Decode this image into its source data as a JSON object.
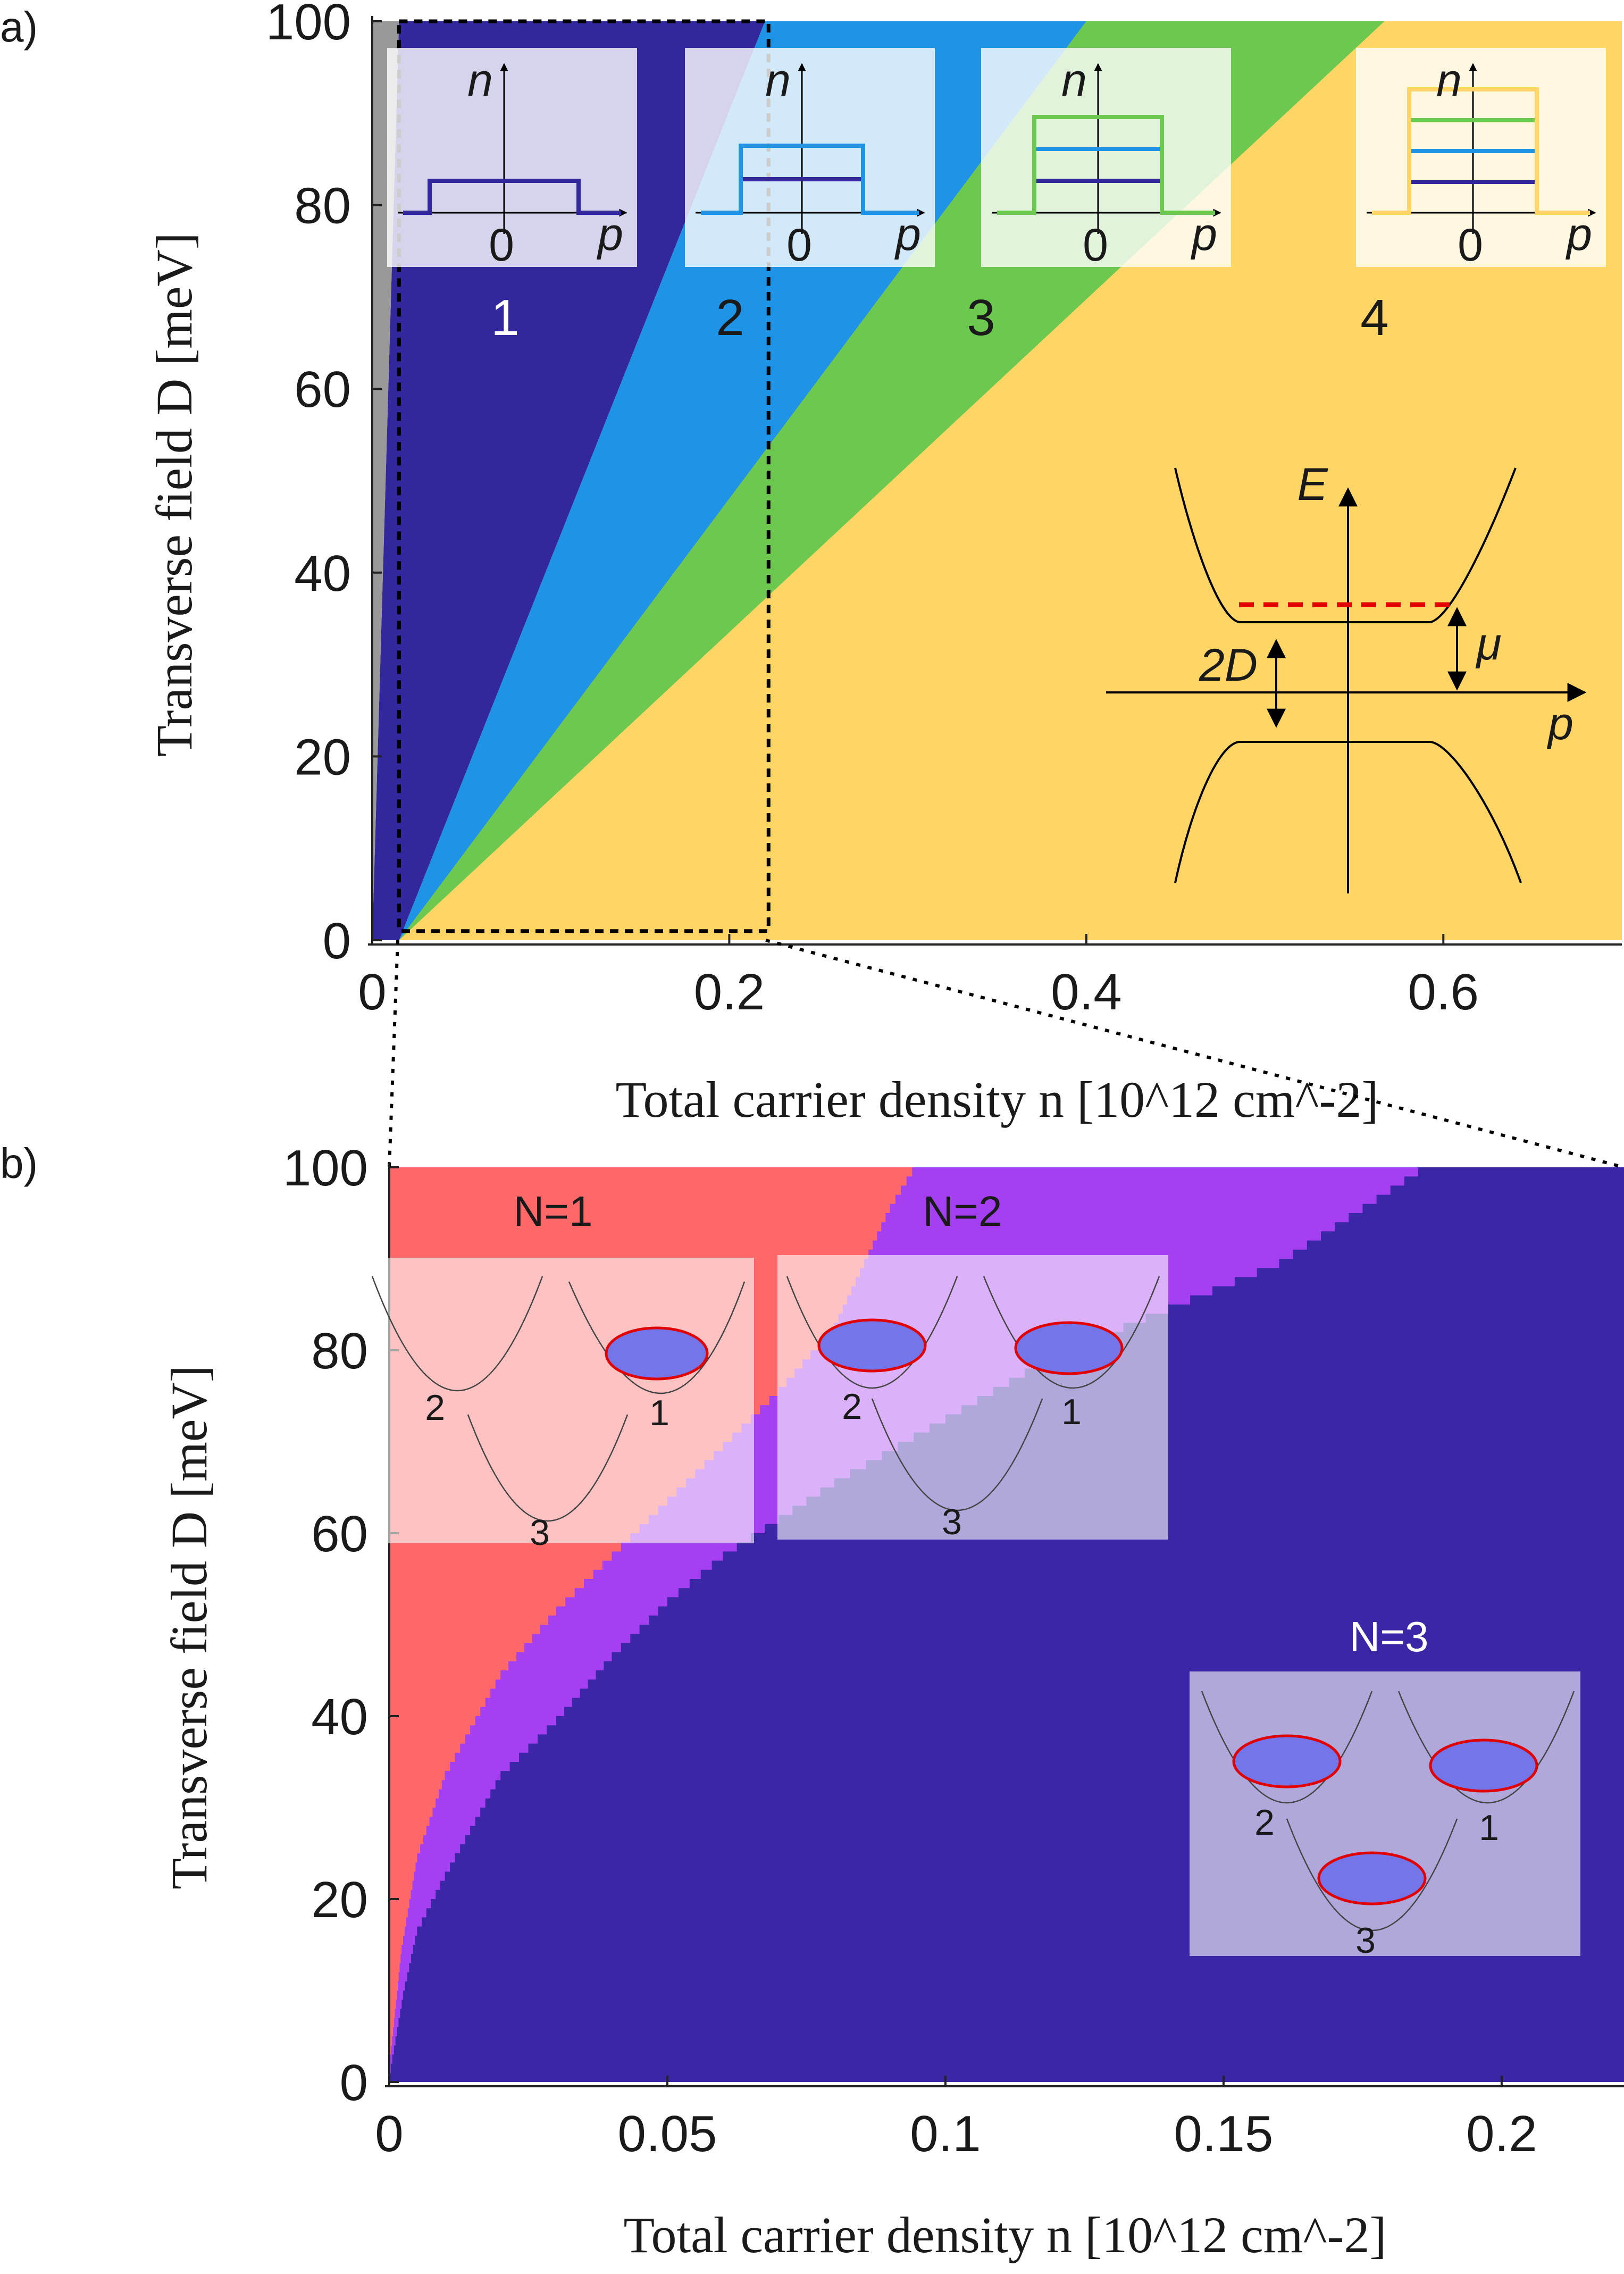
{
  "chart_data": [
    {
      "panel_label": "a)",
      "type": "area",
      "xlabel": "Total carrier density n [10^12 cm^-2]",
      "ylabel": "Transverse field D [meV]",
      "x_ticks": [
        "0",
        "0.2",
        "0.4",
        "0.6"
      ],
      "y_ticks": [
        "0",
        "20",
        "40",
        "60",
        "80",
        "100"
      ],
      "xlim": [
        0,
        0.7
      ],
      "ylim": [
        0,
        100
      ],
      "grid": false,
      "colors": {
        "grey": "#999999",
        "r1": "#33279e",
        "r2": "#1f93e6",
        "r3": "#6cc84e",
        "r4": "#ffd666"
      },
      "boundaries": [
        {
          "name": "grey-edge",
          "points": [
            [
              0.0,
              0
            ],
            [
              0.015,
              100
            ]
          ]
        },
        {
          "name": "1|2",
          "points": [
            [
              0.015,
              0
            ],
            [
              0.22,
              100
            ]
          ]
        },
        {
          "name": "2|3",
          "points": [
            [
              0.015,
              0
            ],
            [
              0.4,
              100
            ]
          ]
        },
        {
          "name": "3|4",
          "points": [
            [
              0.015,
              0
            ],
            [
              0.567,
              100
            ]
          ]
        }
      ],
      "zoom_box": {
        "x": [
          0.015,
          0.222
        ],
        "y": [
          1,
          100
        ]
      },
      "region_labels": [
        "1",
        "2",
        "3",
        "4"
      ],
      "insets": {
        "occupancy_axis_labels": {
          "y": "n",
          "x": "p",
          "origin": "0"
        },
        "band_diagram": {
          "energy": "E",
          "momentum": "p",
          "gap": "2D",
          "chemical_potential": "μ"
        }
      }
    },
    {
      "panel_label": "b)",
      "type": "area",
      "xlabel": "Total carrier density n [10^12 cm^-2]",
      "ylabel": "Transverse field D [meV]",
      "x_ticks": [
        "0",
        "0.05",
        "0.1",
        "0.15",
        "0.2"
      ],
      "y_ticks": [
        "0",
        "20",
        "40",
        "60",
        "80",
        "100"
      ],
      "xlim": [
        0,
        0.222
      ],
      "ylim": [
        0,
        100
      ],
      "grid": false,
      "colors": {
        "N1": "#ff6868",
        "N2": "#a540f2",
        "N3": "#3b27a6"
      },
      "boundaries": [
        {
          "name": "N1|N2",
          "points": [
            [
              0.0,
              2
            ],
            [
              0.0022,
              15
            ],
            [
              0.005,
              25
            ],
            [
              0.01,
              34
            ],
            [
              0.02,
              45
            ],
            [
              0.03,
              52
            ],
            [
              0.04,
              58
            ],
            [
              0.05,
              64
            ],
            [
              0.06,
              70
            ],
            [
              0.07,
              76
            ],
            [
              0.08,
              83
            ],
            [
              0.09,
              96
            ],
            [
              0.094,
              100
            ]
          ]
        },
        {
          "name": "N2|N3",
          "points": [
            [
              0.0,
              1
            ],
            [
              0.0025,
              10
            ],
            [
              0.005,
              17
            ],
            [
              0.01,
              23
            ],
            [
              0.02,
              34
            ],
            [
              0.03,
              40
            ],
            [
              0.04,
              47
            ],
            [
              0.05,
              53
            ],
            [
              0.06,
              58
            ],
            [
              0.07,
              62
            ],
            [
              0.08,
              66
            ],
            [
              0.1,
              73
            ],
            [
              0.12,
              80
            ],
            [
              0.14,
              85
            ],
            [
              0.16,
              90
            ],
            [
              0.18,
              98
            ],
            [
              0.185,
              100
            ]
          ]
        }
      ],
      "phase_labels": [
        "N=1",
        "N=2",
        "N=3"
      ],
      "valley_labels": [
        "1",
        "2",
        "3"
      ]
    }
  ]
}
